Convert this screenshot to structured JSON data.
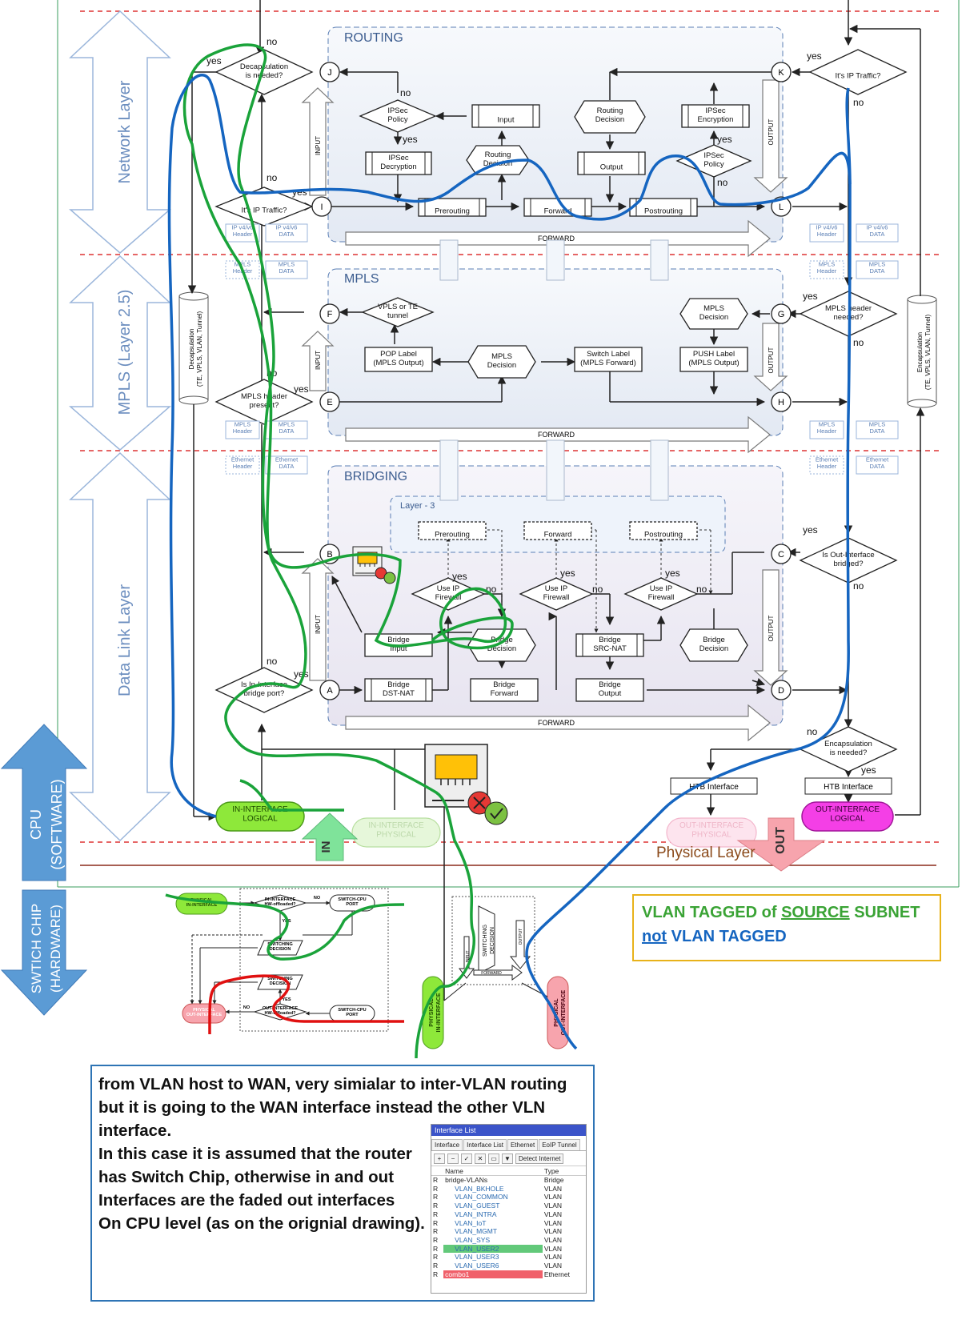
{
  "layers": {
    "network": "Network Layer",
    "mpls": "MPLS (Layer 2.5)",
    "datalink": "Data Link Layer",
    "physical": "Physical Layer",
    "cpu": "CPU\n(SOFTWARE)",
    "chip": "SWTICH CHIP\n(HARDWARE)"
  },
  "sections": {
    "routing": "ROUTING",
    "mpls": "MPLS",
    "bridging": "BRIDGING",
    "layer3": "Layer - 3"
  },
  "nodes": {
    "J": "J",
    "K": "K",
    "I": "I",
    "L": "L",
    "F": "F",
    "G": "G",
    "E": "E",
    "H": "H",
    "B": "B",
    "C": "C",
    "A": "A",
    "D": "D"
  },
  "routing": {
    "decap_needed": "Decapsulation\nis needed?",
    "its_ip_traffic_in": "It's IP Traffic?",
    "its_ip_traffic_out": "It's IP Traffic?",
    "ipsec_policy_in": "IPSec\nPolicy",
    "ipsec_decryption": "IPSec\nDecryption",
    "input": "Input",
    "routing_decision1": "Routing\nDecision",
    "routing_decision2": "Routing\nDecision",
    "output": "Output",
    "ipsec_encryption": "IPSec\nEncryption",
    "ipsec_policy_out": "IPSec\nPolicy",
    "prerouting": "Prerouting",
    "forward": "Forward",
    "postrouting": "Postrouting",
    "forward_bar": "FORWARD",
    "input_label": "INPUT",
    "output_label": "OUTPUT"
  },
  "mpls": {
    "vpls_te": "VPLS or TE\ntunnel",
    "pop_label": "POP Label\n(MPLS Output)",
    "mpls_decision_mid": "MPLS\nDecision",
    "switch_label": "Switch Label\n(MPLS Forward)",
    "mpls_decision_right": "MPLS\nDecision",
    "push_label": "PUSH Label\n(MPLS Output)",
    "mpls_hdr_needed": "MPLS header\nneeded?",
    "mpls_hdr_present": "MPLS header\npresent?",
    "forward_bar": "FORWARD",
    "input_label": "INPUT",
    "output_label": "OUTPUT"
  },
  "bridging": {
    "prerouting": "Prerouting",
    "forward": "Forward",
    "postrouting": "Postrouting",
    "use_ip_fw": "Use IP\nFirewall",
    "bridge_input": "Bridge\nInput",
    "bridge_decision": "Bridge\nDecision",
    "bridge_srcnat": "Bridge\nSRC-NAT",
    "bridge_dstnat": "Bridge\nDST-NAT",
    "bridge_forward": "Bridge\nForward",
    "bridge_output": "Bridge\nOutput",
    "is_in_bridge": "Is In-Interface\nbridge port?",
    "is_out_bridged": "Is Out-Interface\nbridged?",
    "forward_bar": "FORWARD",
    "input_label": "INPUT",
    "output_label": "OUTPUT"
  },
  "headers": {
    "ip_hdr": "IP v4/v6\nHeader",
    "ip_data": "IP v4/v6\nDATA",
    "mpls_hdr": "MPLS\nHeader",
    "mpls_data": "MPLS\nDATA",
    "eth_hdr": "Ethernet\nHeader",
    "eth_data": "Ethernet\nDATA"
  },
  "side": {
    "decap": "Decapsulation\n(TE, VPLS, VLAN, Tunnel)",
    "encap": "Encapsulation\n(TE, VPLS, VLAN, Tunnel)"
  },
  "bottom": {
    "encap_needed": "Encapsulation\nis needed?",
    "htb1": "HTB Interface",
    "htb2": "HTB Interface",
    "in_logical": "IN-INTERFACE\nLOGICAL",
    "in_physical": "IN-INTERFACE\nPHYSICAL",
    "out_physical": "OUT-INTERFACE\nPHYSICAL",
    "out_logical": "OUT-INTERFACE\nLOGICAL",
    "in_arrow": "IN",
    "out_arrow": "OUT"
  },
  "chip": {
    "physical_in": "PHYSICAL\nIN-INTERFACE",
    "in_hw_offloaded": "IN-INTERFACE\nHW-offloaded?",
    "switch_cpu_port_top": "SWITCH-CPU\nPORT",
    "switching_decision1": "SWITCHING\nDECISION",
    "switching_decision2": "SWITCHING\nDECISION",
    "physical_out": "PHYSICAL\nOUT-INTERFACE",
    "out_hw_offloaded": "OUT-INTERFACE\nHW-offloaded?",
    "switch_cpu_port_bot": "SWITCH-CPU\nPORT",
    "no": "NO",
    "yes": "YES",
    "big_physical_in": "PHYSICAL\nIN-INTERFACE",
    "big_physical_out": "PHYSICAL\nOUT-INTERFACE",
    "big_switching": "SWITCHING\nDECISION",
    "big_input": "INPUT",
    "big_forward": "FORWARD",
    "big_output": "OUTPUT"
  },
  "labels": {
    "yes": "yes",
    "no": "no"
  },
  "legend": {
    "line1_a": "VLAN TAGGED of ",
    "line1_b": "SOURCE",
    "line1_c": " SUBNET",
    "line2_a": "not",
    "line2_b": " VLAN TAGGED"
  },
  "note": {
    "line1": "from VLAN host to WAN, very simialar to inter-VLAN routing",
    "line2": "but it is going to the WAN interface instead the other VLN",
    "line3": "interface.",
    "line4": "In this case it is assumed that the router",
    "line5": "has Switch Chip, otherwise in and out",
    "line6": "Interfaces are the faded out interfaces",
    "line7": "On CPU level (as on the orignial drawing)."
  },
  "interface_list": {
    "title": "Interface List",
    "tabs": [
      "Interface",
      "Interface List",
      "Ethernet",
      "EoIP Tunnel"
    ],
    "detect": "Detect Internet",
    "col_name": "Name",
    "col_type": "Type",
    "rows": [
      {
        "flag": "R",
        "name": "bridge-VLANs",
        "type": "Bridge"
      },
      {
        "flag": "R",
        "name": "VLAN_BKHOLE",
        "type": "VLAN"
      },
      {
        "flag": "R",
        "name": "VLAN_COMMON",
        "type": "VLAN"
      },
      {
        "flag": "R",
        "name": "VLAN_GUEST",
        "type": "VLAN"
      },
      {
        "flag": "R",
        "name": "VLAN_INTRA",
        "type": "VLAN"
      },
      {
        "flag": "R",
        "name": "VLAN_IoT",
        "type": "VLAN"
      },
      {
        "flag": "R",
        "name": "VLAN_MGMT",
        "type": "VLAN"
      },
      {
        "flag": "R",
        "name": "VLAN_SYS",
        "type": "VLAN"
      },
      {
        "flag": "R",
        "name": "VLAN_USER2",
        "type": "VLAN"
      },
      {
        "flag": "R",
        "name": "VLAN_USER3",
        "type": "VLAN"
      },
      {
        "flag": "R",
        "name": "VLAN_USER6",
        "type": "VLAN"
      },
      {
        "flag": "R",
        "name": "combo1",
        "type": "Ethernet"
      }
    ]
  },
  "colors": {
    "green_path": "#1aa33a",
    "blue_path": "#1565c0",
    "red_path": "#e01010",
    "accent_blue": "#5b9bd5",
    "section_fill": "#eef2f8"
  }
}
